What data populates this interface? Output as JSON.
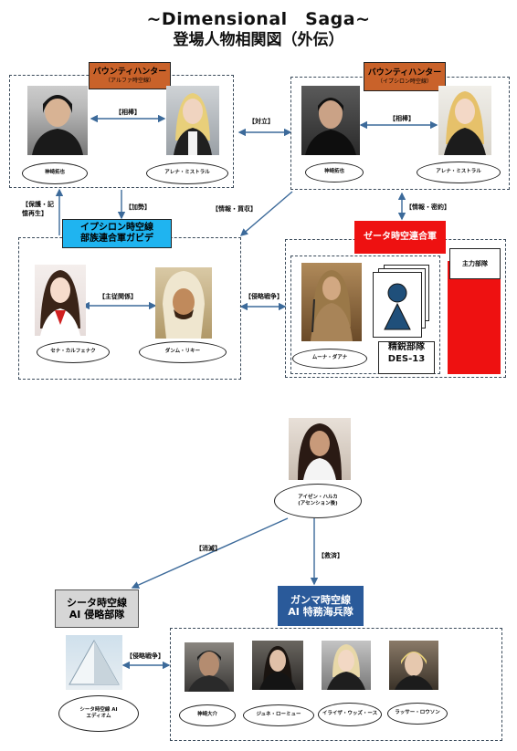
{
  "title": {
    "line1": "~Dimensional　Saga~",
    "line2": "登場人物相関図（外伝）"
  },
  "groups": {
    "alpha": {
      "label": "バウンティハンター",
      "sub": "（アルファ時空線）"
    },
    "epsilon_bounty": {
      "label": "バウンティハンター",
      "sub": "（イプシロン時空線）"
    },
    "epsilon_army": {
      "line1": "イプシロン時空線",
      "line2": "部族連合軍ガビデ"
    },
    "zeta": {
      "label": "ゼータ時空連合軍"
    },
    "theta": {
      "line1": "シータ時空線",
      "line2": "AI 侵略部隊"
    },
    "gamma": {
      "line1": "ガンマ時空線",
      "line2": "AI 特務海兵隊"
    }
  },
  "characters": {
    "kanzaki_alpha": "神崎拓也",
    "arena_alpha": "アレナ・ミストラル",
    "kanzaki_eps": "神崎拓也",
    "arena_eps": "アレナ・ミストラル",
    "seina": "セナ・カルフェナク",
    "dahm": "ダンム・リキー",
    "muna": "ムーナ・ダアナ",
    "aizen": {
      "line1": "アイゼン・ハルカ",
      "line2": "(アセンション後)"
    },
    "theta_ai": {
      "line1": "シータ時空線 AI",
      "line2": "エディオム"
    },
    "g1": "神崎大介",
    "g2": "ジュネ・ローミュー",
    "g3": "イライザ・ウッズ・ース",
    "g4": "ラッサー・ロウソン"
  },
  "zeta_units": {
    "elite_label": "精鋭部隊",
    "elite_code": "DES-13",
    "main_label": "主力部隊"
  },
  "relations": {
    "partner1": "【相棒】",
    "partner2": "【相棒】",
    "oppose": "【対立】",
    "join": "【加勢】",
    "rescue": "【保護・記憶再生】",
    "trade": "【情報・買収】",
    "intel": "【情報・密約】",
    "master": "【主従関係】",
    "invasion1": "【侵略戦争】",
    "destroy": "【消滅】",
    "save": "【救済】",
    "invasion2": "【侵略戦争】"
  },
  "colors": {
    "orange": "#c9622a",
    "blue": "#1fb4f0",
    "red": "#ee1111",
    "gray": "#d6d6d6",
    "navy": "#2a5a9a",
    "arrow": "#3c6a9a"
  }
}
